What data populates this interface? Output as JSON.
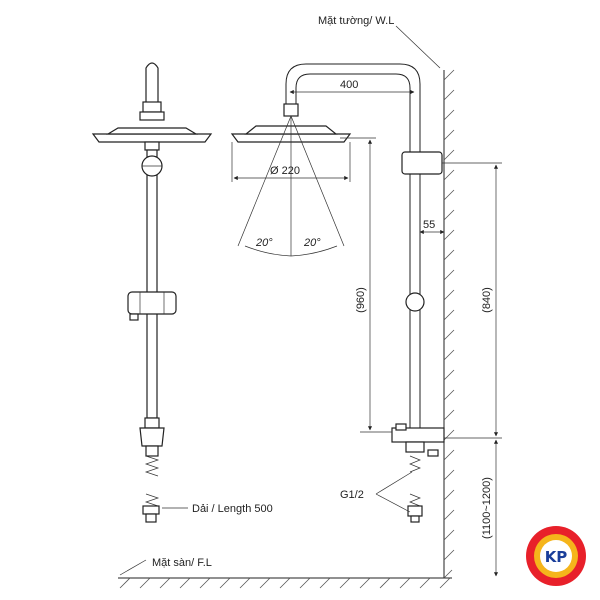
{
  "labels": {
    "wall": "Mặt tường/ W.L",
    "floor": "Mặt sàn/ F.L",
    "arm_length": "400",
    "head_diameter": "Ø 220",
    "spray_angle_left": "20°",
    "spray_angle_right": "20°",
    "offset": "55",
    "height_head": "(960)",
    "height_bar": "(840)",
    "height_mount": "(1100~1200)",
    "hose": "Dải / Length 500",
    "thread": "G1/2"
  },
  "logo": {
    "text": "KP",
    "colors": {
      "ring": "#e8202a",
      "inner": "#f5b51b",
      "text": "#1a3e9a"
    }
  }
}
